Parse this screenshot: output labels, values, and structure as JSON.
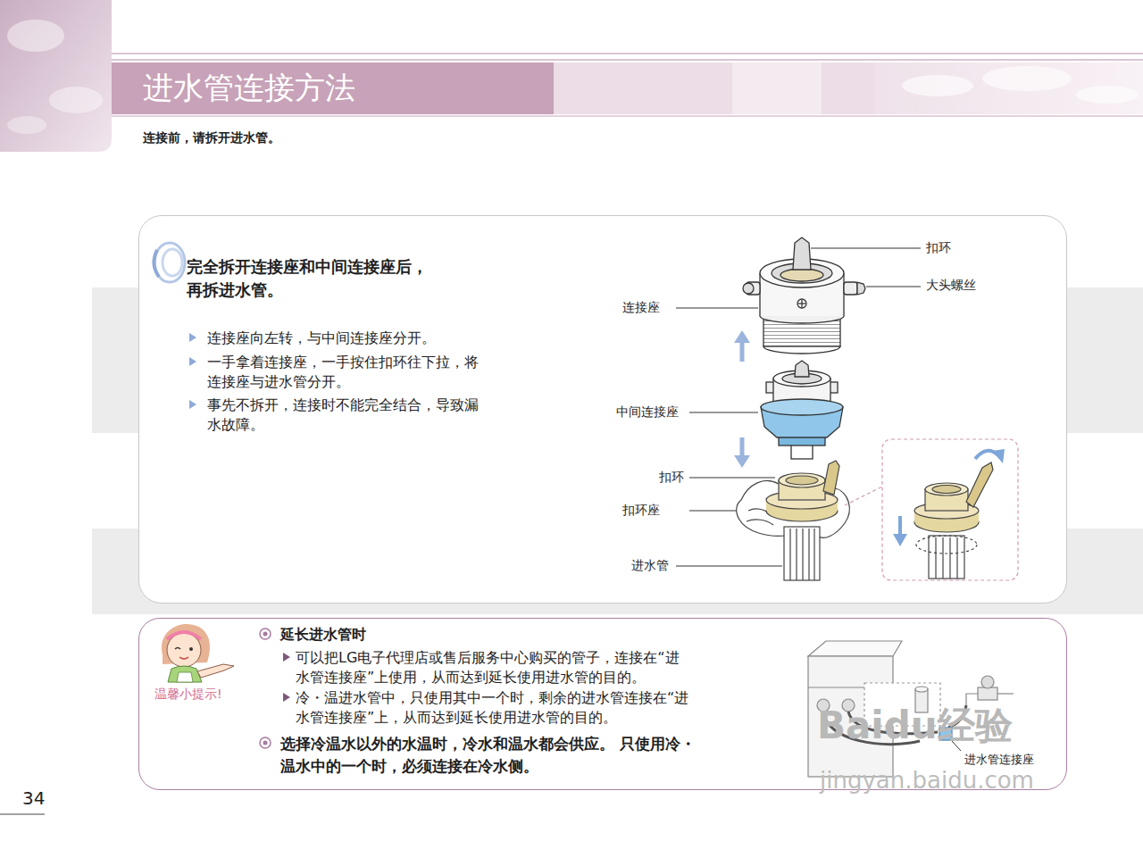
{
  "diagram": {
    "title": "进水管连接方法",
    "nodes": [
      {
        "text": [
          "完全拆开连接座和中间连接座后， 再拆进水管。",
          "连接座向左转，与中间连接座分开。",
          "一手拿着连接座，一手按住扣环往下拉，将 连接座与进水管分开。",
          "事先不拆开，连接时不能完全结合，导致漏 水故障。"
        ]
      },
      {
        "text": [
          "温馨小提示!",
          "延长进水管时",
          "可以把LG电子代理店或售后服务中心购买的管子，连接在“进 水管连接座”上使用，从而达到延长使用进水管的目的。",
          "冷・温进水管中，只使用其中一个时，剩余的进水管连接在“进 水管连接座”上，从而达到延长使用进水管的目的。",
          "选择冷温水以外的水温时，冷水和温水都会供应。 只使用冷・温水中的一个时，必须连接在冷水侧。"
        ]
      }
    ],
    "labels": [
      "连接前，请拆开进水管。",
      "扣环",
      "大头螺丝",
      "连接座",
      "中间连接座",
      "扣环",
      "扣环座",
      "进水管",
      "进水管连接座",
      "Baidu经验",
      "jingyan.baidu.com",
      "34"
    ]
  }
}
